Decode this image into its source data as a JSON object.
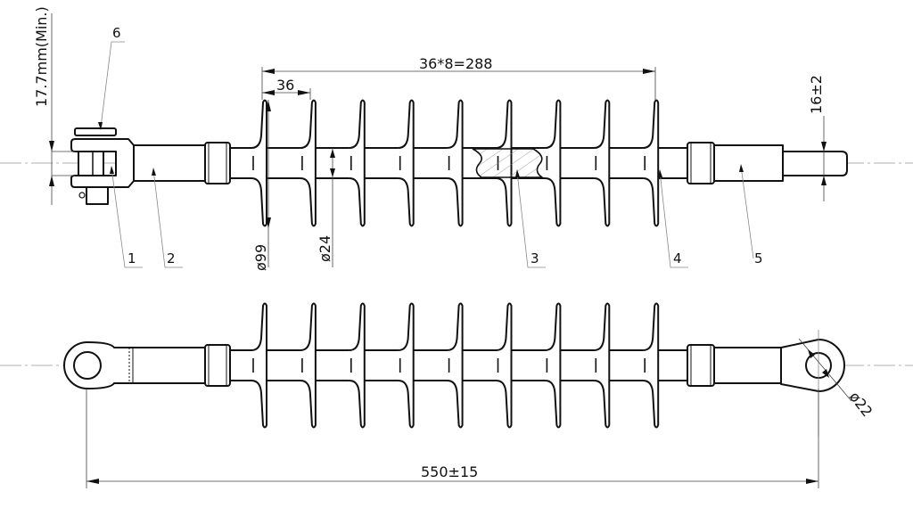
{
  "drawing": {
    "title": "Composite insulator dimension drawing",
    "dimensions": {
      "clevis_gap": "17.7mm(Min.)",
      "shed_pitch_total": "36*8=288",
      "shed_pitch": "36",
      "shed_diameter": "ø99",
      "core_diameter": "ø24",
      "rod_diameter": "16±2",
      "overall_length": "550±15",
      "eye_diameter": "ø22"
    },
    "part_labels": [
      "1",
      "2",
      "3",
      "4",
      "5",
      "6"
    ],
    "shed_count": 9,
    "colors": {
      "line": "#111111",
      "hatch": "#888888",
      "centerline": "#999999"
    }
  }
}
